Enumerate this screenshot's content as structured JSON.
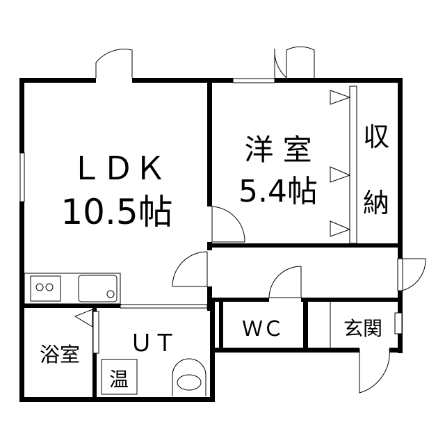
{
  "rooms": {
    "ldk": {
      "name": "ＬＤＫ",
      "size": "10.5帖"
    },
    "western": {
      "name": "洋 室",
      "size": "5.4帖"
    },
    "storage": {
      "line1": "収",
      "line2": "納"
    },
    "wc": {
      "name": "ＷＣ"
    },
    "entrance": {
      "name": "玄関"
    },
    "bath": {
      "name": "浴室"
    },
    "utility": {
      "name": "ＵＴ"
    },
    "water_heater": {
      "name": "温"
    }
  },
  "colors": {
    "wall": "#000000",
    "background": "#ffffff"
  }
}
